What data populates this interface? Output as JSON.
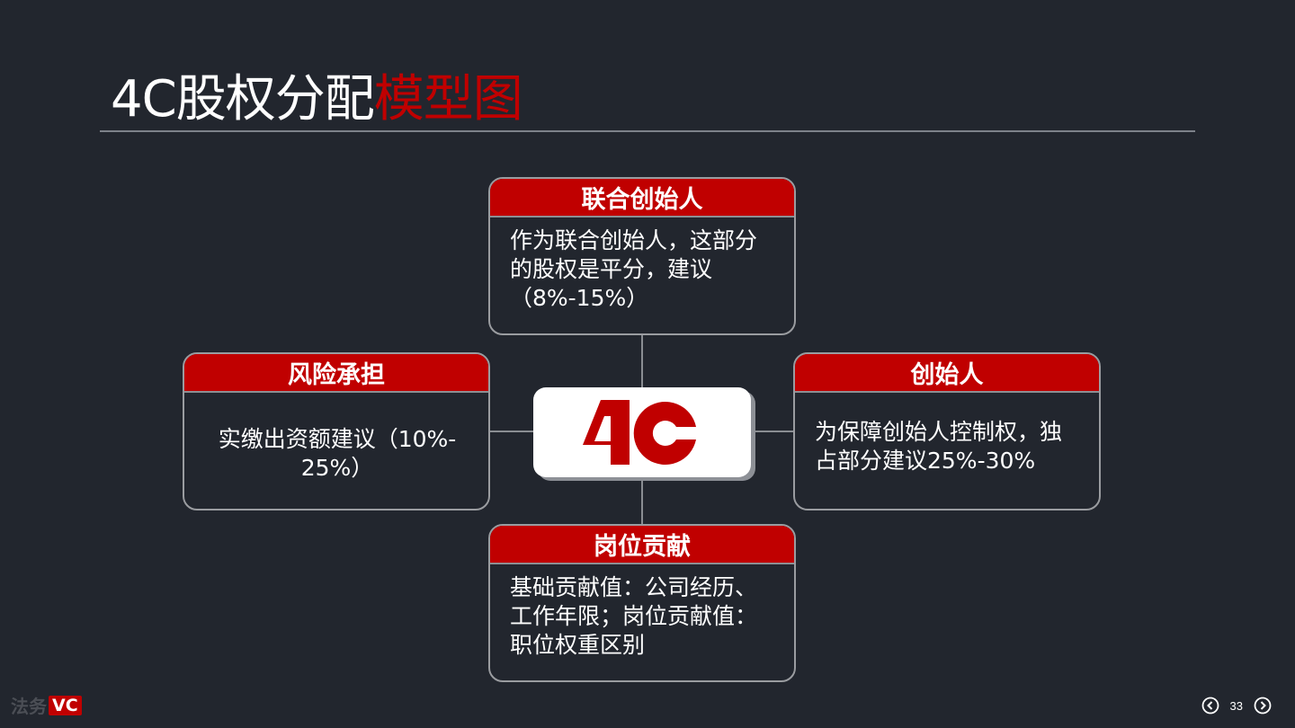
{
  "slide": {
    "title_white": "4C股权分配",
    "title_red": "模型图",
    "page_number": "33"
  },
  "colors": {
    "background": "#22262e",
    "accent_red": "#c00000",
    "border_gray": "#9a9ca0"
  },
  "center": {
    "logo_text": "4C"
  },
  "boxes": {
    "top": {
      "heading": "联合创始人",
      "lines": [
        "作为联合创始人，这部分",
        "的股权是平分，建议",
        "（8%-15%）"
      ]
    },
    "left": {
      "heading": "风险承担",
      "lines": [
        "实缴出资额建议（10%-",
        "25%）"
      ]
    },
    "right": {
      "heading": "创始人",
      "lines": [
        "为保障创始人控制权，独",
        "占部分建议25%-30%"
      ]
    },
    "bottom": {
      "heading": "岗位贡献",
      "lines": [
        "基础贡献值：公司经历、",
        "工作年限；岗位贡献值：",
        "职位权重区别"
      ]
    }
  },
  "footer": {
    "brand_cn": "法务",
    "brand_vc": "VC",
    "prev_icon": "chevron-left-circle",
    "next_icon": "chevron-right-circle"
  }
}
